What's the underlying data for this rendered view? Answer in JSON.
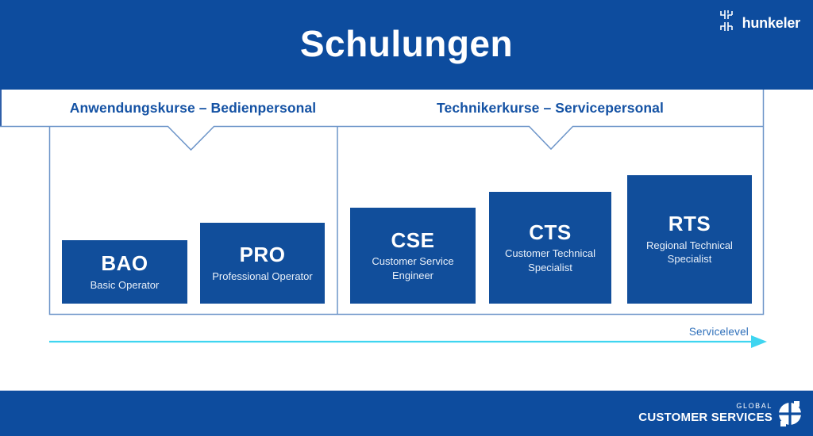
{
  "slide": {
    "title": "Schulungen"
  },
  "logo": {
    "text": "hunkeler"
  },
  "sections": [
    {
      "label": "Anwendungskurse – Bedienpersonal",
      "courses": [
        {
          "code": "BAO",
          "name": "Basic Operator"
        },
        {
          "code": "PRO",
          "name": "Professional Operator"
        }
      ]
    },
    {
      "label": "Technikerkurse – Servicepersonal",
      "courses": [
        {
          "code": "CSE",
          "name": "Customer Service Engineer"
        },
        {
          "code": "CTS",
          "name": "Customer Technical Specialist"
        },
        {
          "code": "RTS",
          "name": "Regional Technical Specialist"
        }
      ]
    }
  ],
  "axis": {
    "label": "Servicelevel"
  },
  "footer": {
    "small": "GLOBAL",
    "main": "CUSTOMER SERVICES"
  },
  "colors": {
    "brand_blue": "#0d4c9e",
    "box_blue": "#114e9b",
    "outline_blue": "#6d95c9",
    "header_text": "#1452a4",
    "accent_cyan": "#3fd5f0",
    "servicelevel_text": "#2e6fba"
  }
}
